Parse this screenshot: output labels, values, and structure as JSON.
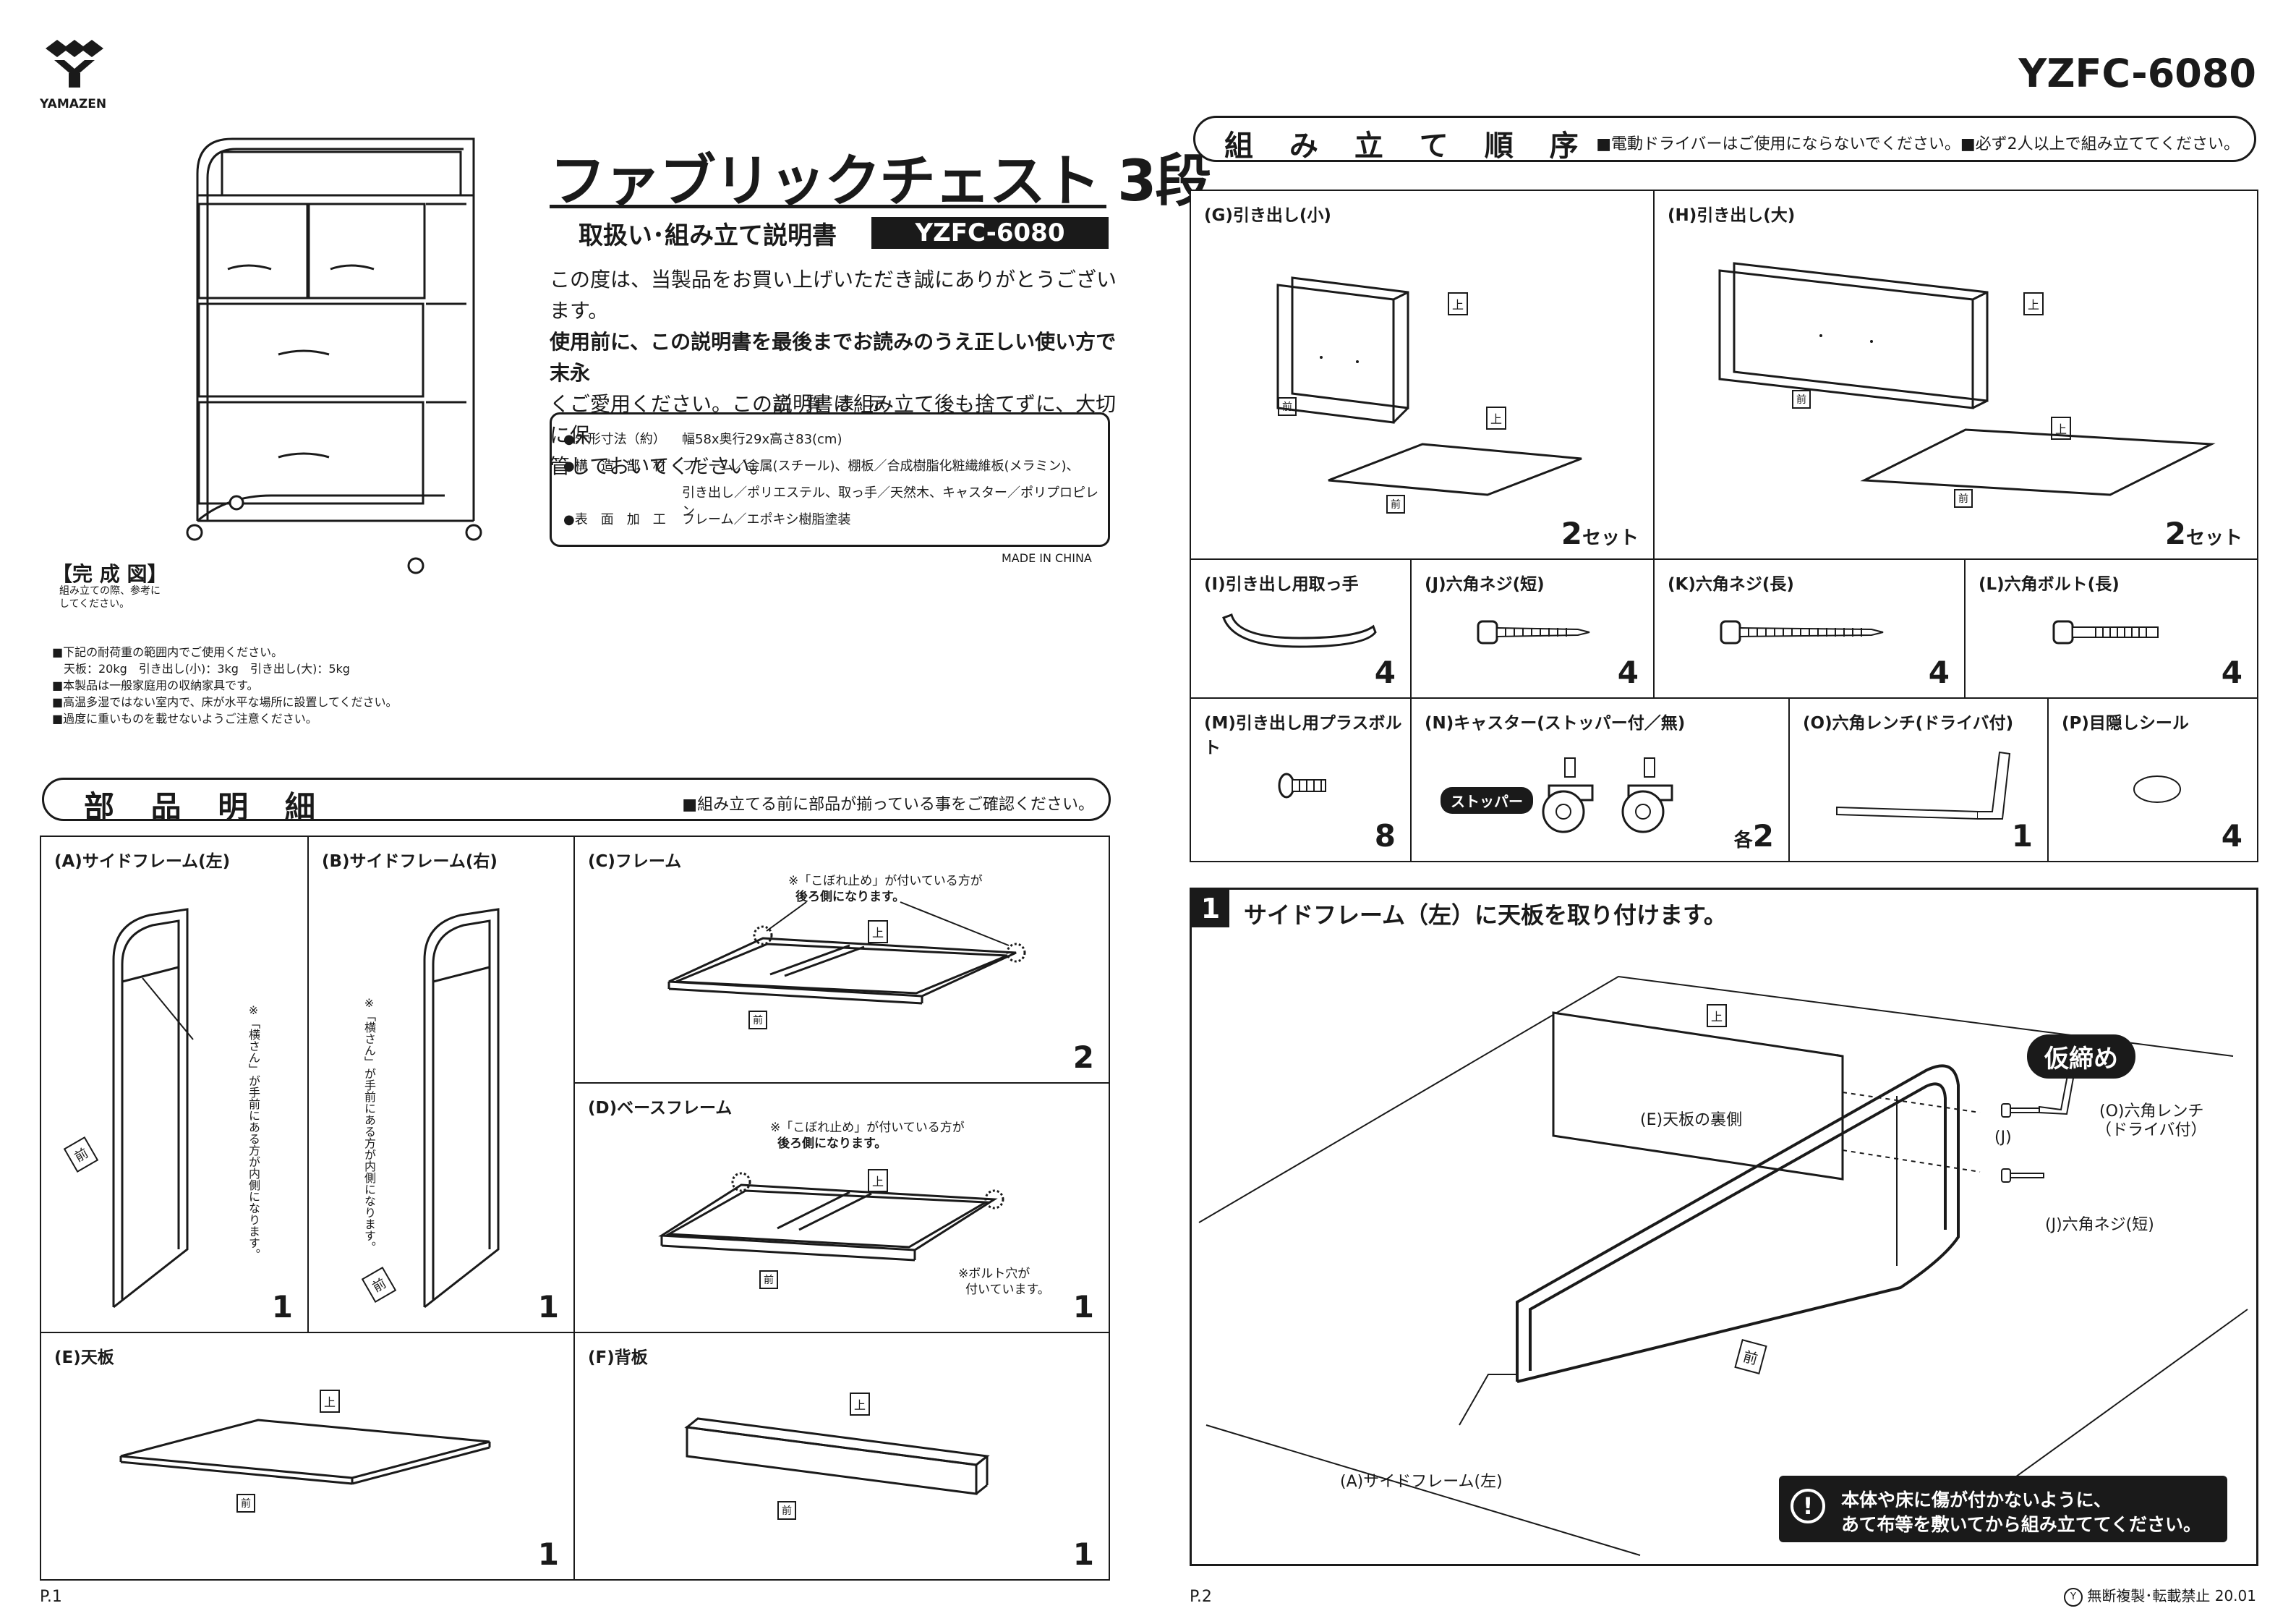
{
  "brand": {
    "name": "YAMAZEN"
  },
  "model_code": "YZFC-6080",
  "product": {
    "title": "ファブリックチェスト 3段",
    "subtitle": "取扱い･組み立て説明書",
    "model_badge": "YZFC-6080",
    "intro_line1": "この度は、当製品をお買い上げいただき誠にありがとうございます。",
    "intro_line2": "使用前に、この説明書を最後までお読みのうえ正しい使い方で末永",
    "intro_line3": "くご愛用ください。この説明書は組み立て後も捨てずに、大切に保",
    "intro_line4": "管しておいてください。"
  },
  "quality": {
    "heading": "品 質 表 示",
    "size_label": "●外形寸法（約）",
    "size_value": "幅58x奥行29x高さ83(cm)",
    "material_label": "●構　造　部　材",
    "material_value1": "フレーム／金属(スチール)、棚板／合成樹脂化粧繊維板(メラミン)、",
    "material_value2": "引き出し／ポリエステル、取っ手／天然木、キャスター／ポリプロピレン",
    "finish_label": "●表　面　加　工",
    "finish_value": "フレーム／エポキシ樹脂塗装",
    "made_in": "MADE IN CHINA"
  },
  "completed": {
    "label": "【完 成 図】",
    "note1": "組み立ての際、参考に",
    "note2": "してください。"
  },
  "notes": {
    "n1": "■下記の耐荷重の範囲内でご使用ください。",
    "n2": "　天板：20kg　引き出し(小)：3kg　引き出し(大)：5kg",
    "n3": "■本製品は一般家庭用の収納家具です。",
    "n4": "■高温多湿ではない室内で、床が水平な場所に設置してください。",
    "n5": "■過度に重いものを載せないようご注意ください。"
  },
  "parts_section": {
    "title": "部 品 明 細",
    "note": "■組み立てる前に部品が揃っている事をご確認ください。",
    "a_title": "(A)サイドフレーム(左)",
    "a_count": "1",
    "b_title": "(B)サイドフレーム(右)",
    "b_count": "1",
    "ab_note": "※「横さん」が手前にある方が内側になります。",
    "front": "前",
    "c_title": "(C)フレーム",
    "c_count": "2",
    "c_note1": "※「こぼれ止め」が付いている方が",
    "c_note2": "後ろ側になります。",
    "d_title": "(D)ベースフレーム",
    "d_count": "1",
    "d_note1": "※「こぼれ止め」が付いている方が",
    "d_note2": "後ろ側になります。",
    "d_note3": "※ボルト穴が",
    "d_note4": "付いています。",
    "e_title": "(E)天板",
    "e_count": "1",
    "f_title": "(F)背板",
    "f_count": "1",
    "up": "上"
  },
  "order_section": {
    "title": "組 み 立 て 順 序",
    "note": "■電動ドライバーはご使用にならないでください。■必ず2人以上で組み立ててください。"
  },
  "parts2": {
    "g_title": "(G)引き出し(小)",
    "g_count": "2",
    "g_unit": "セット",
    "h_title": "(H)引き出し(大)",
    "h_count": "2",
    "h_unit": "セット",
    "i_title": "(I)引き出し用取っ手",
    "i_count": "4",
    "j_title": "(J)六角ネジ(短)",
    "j_count": "4",
    "k_title": "(K)六角ネジ(長)",
    "k_count": "4",
    "l_title": "(L)六角ボルト(長)",
    "l_count": "4",
    "m_title": "(M)引き出し用プラスボルト",
    "m_count": "8",
    "n_title": "(N)キャスター(ストッパー付／無)",
    "n_count": "2",
    "n_prefix": "各",
    "n_stopper": "ストッパー",
    "o_title": "(O)六角レンチ(ドライバ付)",
    "o_count": "1",
    "p_title": "(P)目隠しシール",
    "p_count": "4"
  },
  "step1": {
    "number": "1",
    "title": "サイドフレーム（左）に天板を取り付けます。",
    "badge": "仮締め",
    "e_label": "(E)天板の裏側",
    "wrench1": "(O)六角レンチ",
    "wrench2": "（ドライバ付）",
    "j_short": "(J)",
    "j_label": "(J)六角ネジ(短)",
    "a_label": "(A)サイドフレーム(左)",
    "front": "前",
    "up": "上",
    "warning1": "本体や床に傷が付かないように、",
    "warning2": "あて布等を敷いてから組み立ててください。"
  },
  "footer": {
    "page1": "P.1",
    "page2": "P.2",
    "copyright": "無断複製･転載禁止 20.01"
  }
}
